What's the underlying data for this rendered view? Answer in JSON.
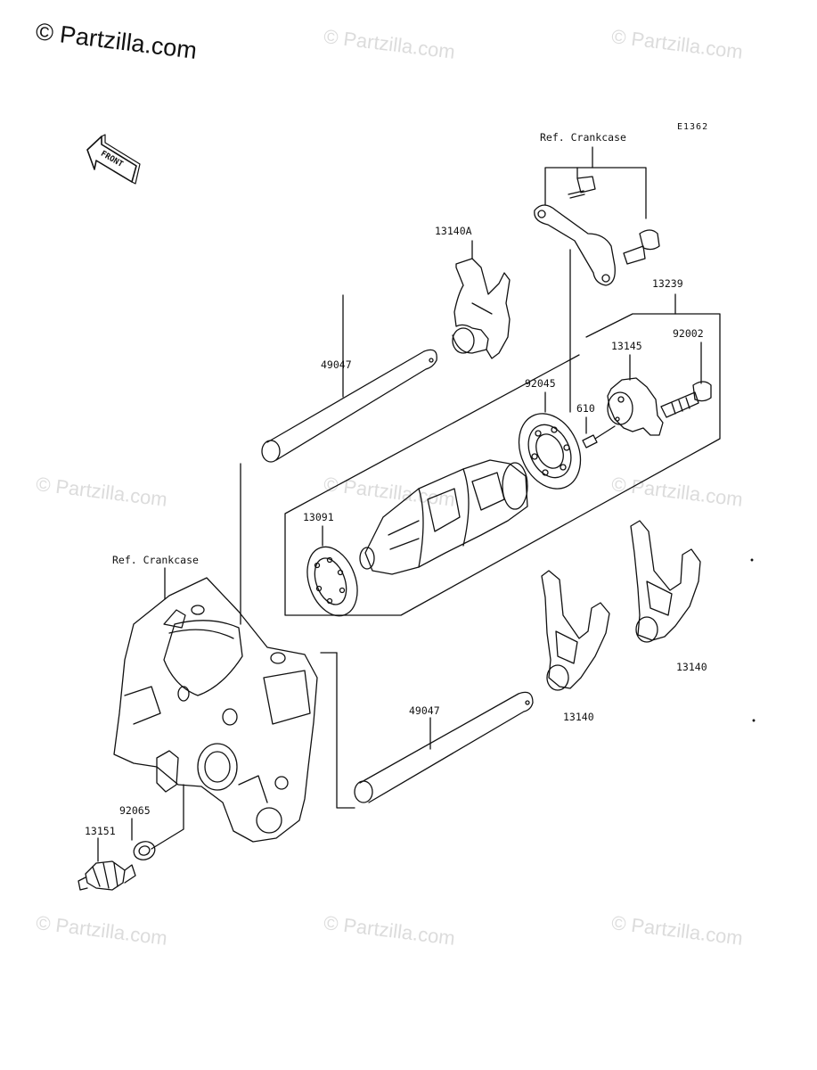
{
  "watermark": {
    "main": "© Partzilla.com",
    "faint": "© Partzilla.com"
  },
  "diagram_code": "E1362",
  "front_arrow_text": "FRONT",
  "labels": {
    "ref_crankcase_top": "Ref. Crankcase",
    "ref_crankcase_left": "Ref. Crankcase",
    "p13140A": "13140A",
    "p13239": "13239",
    "p92002": "92002",
    "p13145": "13145",
    "p49047_top": "49047",
    "p92045": "92045",
    "p610": "610",
    "p13091": "13091",
    "p49047_bottom": "49047",
    "p13140_mid": "13140",
    "p13140_right": "13140",
    "p92065": "92065",
    "p13151": "13151"
  }
}
